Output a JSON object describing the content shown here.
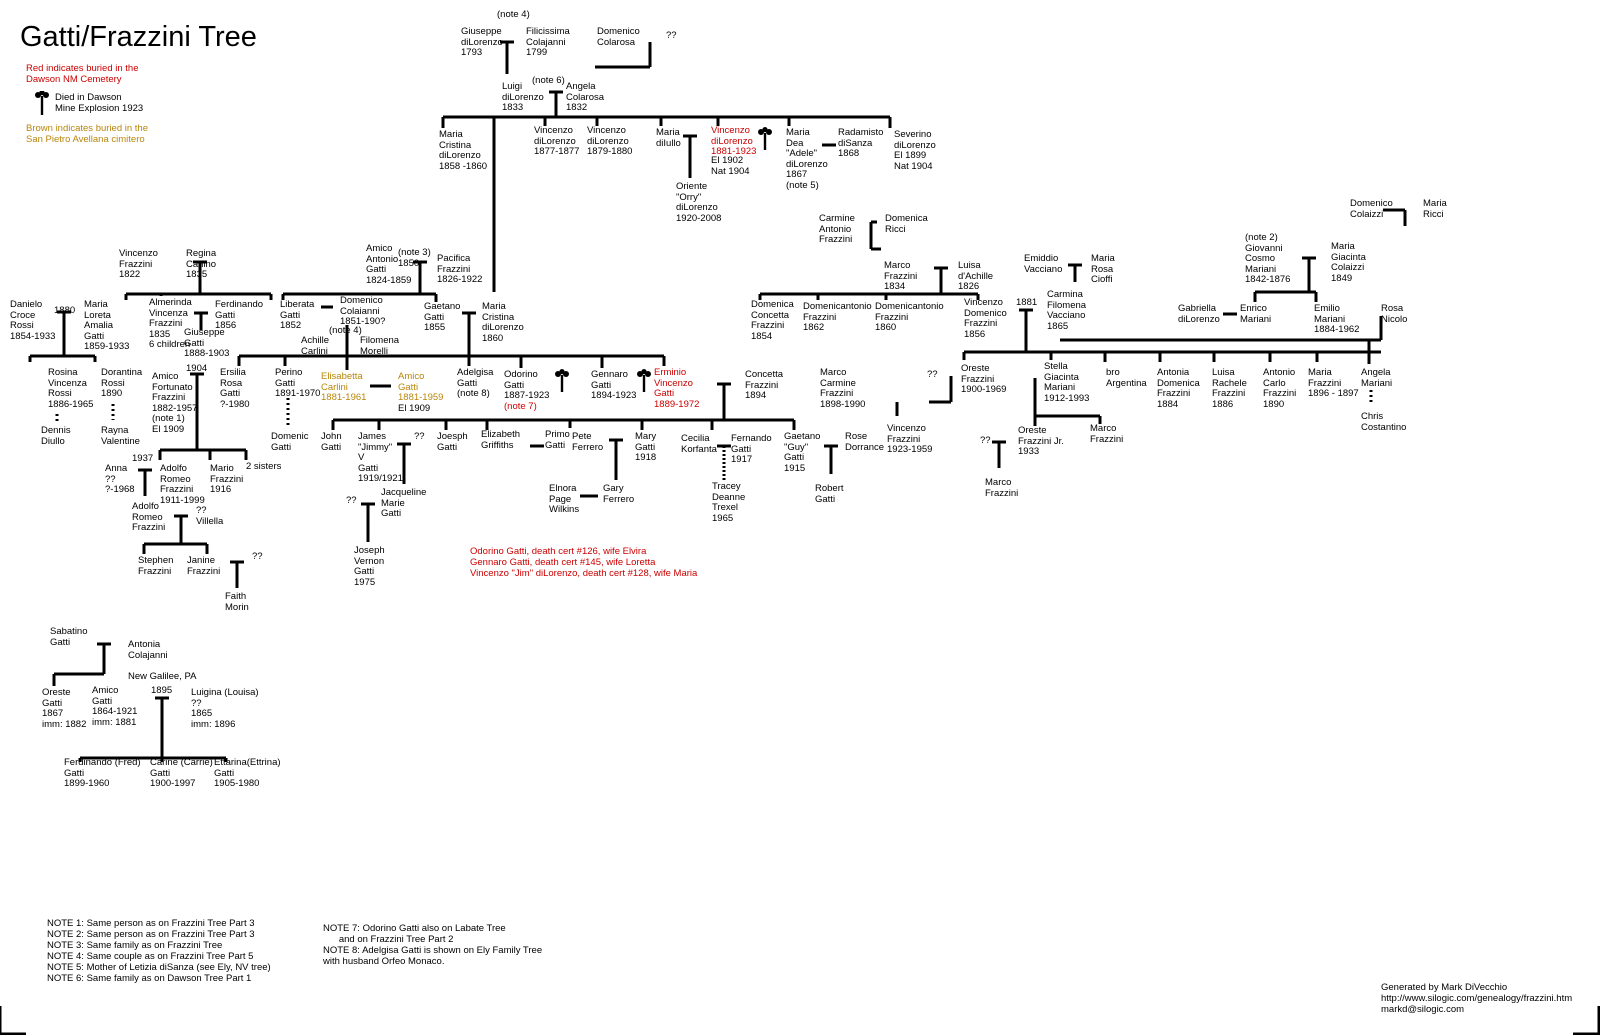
{
  "title": "Gatti/Frazzini Tree",
  "legend": {
    "red": "Red indicates buried in the\nDawson NM Cemetery",
    "died": "Died in Dawson\nMine Explosion 1923",
    "brown": "Brown indicates buried in the\nSan Pietro Avellana cimitero"
  },
  "colors": {
    "red": "#cc0000",
    "brown": "#b8860b",
    "line": "#000000"
  },
  "labels": [
    "(note 4)",
    "Giuseppe\ndiLorenzo\n1793",
    "Filicissima\nColajanni\n1799",
    "Domenico\nColarosa",
    "??",
    "(note 6)",
    "Luigi\ndiLorenzo\n1833",
    "Angela\nColarosa\n1832",
    "Maria\nCristina\ndiLorenzo\n1858 -1860",
    "Vincenzo\ndiLorenzo\n1877-1877",
    "Vincenzo\ndiLorenzo\n1879-1880",
    "Maria\ndiIullo",
    "Vincenzo\ndiLorenzo\n1881-1923",
    "El 1902\nNat 1904",
    "Maria\nDea\n\"Adele\"\ndiLorenzo\n1867\n(note 5)",
    "Radamisto\ndiSanza\n1868",
    "Severino\ndiLorenzo\nEl 1899\nNat 1904",
    "Oriente\n\"Orry\"\ndiLorenzo\n1920-2008",
    "Carmine\nAntonio\nFrazzini",
    "Domenica\nRicci",
    "Domenico\nColaizzi",
    "Maria\nRicci",
    "(note 2)\nGiovanni\nCosmo\nMariani\n1842-1876",
    "Maria\nGiacinta\nColaizzi\n1849",
    "Emiddio\nVacciano",
    "Maria\nRosa\nCioffi",
    "Marco\nFrazzini\n1834",
    "Luisa\nd'Achille\n1826",
    "Vincenzo\nFrazzini\n1822",
    "Regina\nCarlino\n1835",
    "Amico\nAntonio\nGatti\n1824-1859",
    "(note 3)\n1850",
    "Pacifica\nFrazzini\n1826-1922",
    "Danielo\nCroce\nRossi\n1854-1933",
    "1880",
    "Maria\nLoreta\nAmalia\nGatti\n1859-1933",
    "Almerinda\nVincenza\nFrazzini\n1835\n6 children",
    "Giuseppe\nGatti\n1888-1903",
    "Ferdinando\nGatti\n1856",
    "Liberata\nGatti\n1852",
    "Domenico\nColaianni\n1851-190?",
    "(note 4)",
    "Achille\nCarlini",
    "Filomena\nMorelli",
    "Gaetano\nGatti\n1855",
    "Maria\nCristina\ndiLorenzo\n1860",
    "Domenica\nConcetta\nFrazzini\n1854",
    "Domenicantonio\nFrazzini\n1862",
    "Domenicantonio\nFrazzini\n1860",
    "Vincenzo\nDomenico\nFrazzini\n1856",
    "1881",
    "Carmina\nFilomena\nVacciano\n1865",
    "Gabriella\ndiLorenzo",
    "Enrico\nMariani",
    "Emilio\nMariani\n1884-1962",
    "Rosa\nNicolo",
    "Rosina\nVincenza\nRossi\n1886-1965",
    "Dorantina\nRossi\n1890",
    "1904",
    "Amico\nFortunato\nFrazzini\n1882-1957\n(note 1)\nEl 1909",
    "Ersilia\nRosa\nGatti\n?-1980",
    "Perino\nGatti\n1891-1970",
    "Elisabetta\nCarlini\n1881-1961",
    "Amico\nGatti\n1881-1959",
    "El 1909",
    "Adelgisa\nGatti\n(note 8)",
    "Odorino\nGatti\n1887-1923",
    "(note 7)",
    "Gennaro\nGatti\n1894-1923",
    "Erminio\nVincenzo\nGatti\n1889-1972",
    "Concetta\nFrazzini\n1894",
    "Marco\nCarmine\nFrazzini\n1898-1990",
    "??",
    "Oreste\nFrazzini\n1900-1969",
    "Stella\nGiacinta\nMariani\n1912-1993",
    "bro\nArgentina",
    "Antonia\nDomenica\nFrazzini\n1884",
    "Luisa\nRachele\nFrazzini\n1886",
    "Antonio\nCarlo\nFrazzini\n1890",
    "Maria\nFrazzini\n1896 - 1897",
    "Angela\nMariani",
    "Chris\nCostantino",
    "Dennis\nDiullo",
    "Rayna\nValentine",
    "Domenic\nGatti",
    "John\nGatti",
    "James\n\"Jimmy\"\nV\nGatti\n1919/1921",
    "??",
    "Joesph\nGatti",
    "Elizabeth\nGriffiths",
    "Primo\nGatti",
    "Pete\nFerrero",
    "Mary\nGatti\n1918",
    "Cecilia\nKorfanta",
    "Fernando\nGatti\n1917",
    "Gaetano\n\"Guy\"\nGatti\n1915",
    "Rose\nDorrance",
    "Vincenzo\nFrazzini\n1923-1959",
    "??",
    "Oreste\nFrazzini Jr.\n1933",
    "Marco\nFrazzini",
    "Marco\nFrazzini",
    "Anna\n??\n?-1968",
    "1937",
    "Adolfo\nRomeo\nFrazzini\n1911-1999",
    "Mario\nFrazzini\n1916",
    "2 sisters",
    "Adolfo\nRomeo\nFrazzini",
    "??\nVillella",
    "Stephen\nFrazzini",
    "Janine\nFrazzini",
    "??",
    "Faith\nMorin",
    "??",
    "Jacqueline\nMarie\nGatti",
    "Joseph\nVernon\nGatti\n1975",
    "Elnora\nPage\nWilkins",
    "Gary\nFerrero",
    "Tracey\nDeanne\nTrexel\n1965",
    "Robert\nGatti",
    "Sabatino\nGatti",
    "Antonia\nColajanni",
    "New Galilee, PA",
    "Oreste\nGatti\n1867\nimm: 1882",
    "Amico\nGatti\n1864-1921\nimm: 1881",
    "1895",
    "Luigina (Louisa)\n??\n1865\nimm: 1896",
    "Ferdinando (Fred)\nGatti\n1899-1960",
    "Carine (Carrie)\nGatti\n1900-1997",
    "Ettarina(Ettrina)\nGatti\n1905-1980"
  ],
  "death_certs": "Odorino Gatti, death cert #126, wife Elvira\nGennaro Gatti, death cert #145, wife Loretta\nVincenzo \"Jim\" diLorenzo, death cert #128, wife Maria",
  "notes_left": "NOTE 1: Same person as on Frazzini Tree Part 3\nNOTE 2: Same person as on Frazzini Tree Part 3\nNOTE 3: Same family as on Frazzini Tree\nNOTE 4: Same couple as on Frazzini Tree Part 5\nNOTE 5: Mother of Letizia diSanza (see Ely, NV tree)\nNOTE 6: Same family as on Dawson Tree Part 1",
  "notes_right": "NOTE 7: Odorino Gatti also on Labate Tree\n      and on Frazzini Tree Part 2\nNOTE 8: Adelgisa Gatti is shown on Ely Family Tree\nwith husband Orfeo Monaco.",
  "footer": "Generated by Mark DiVecchio\nhttp://www.silogic.com/genealogy/frazzini.htm\nmarkd@silogic.com"
}
